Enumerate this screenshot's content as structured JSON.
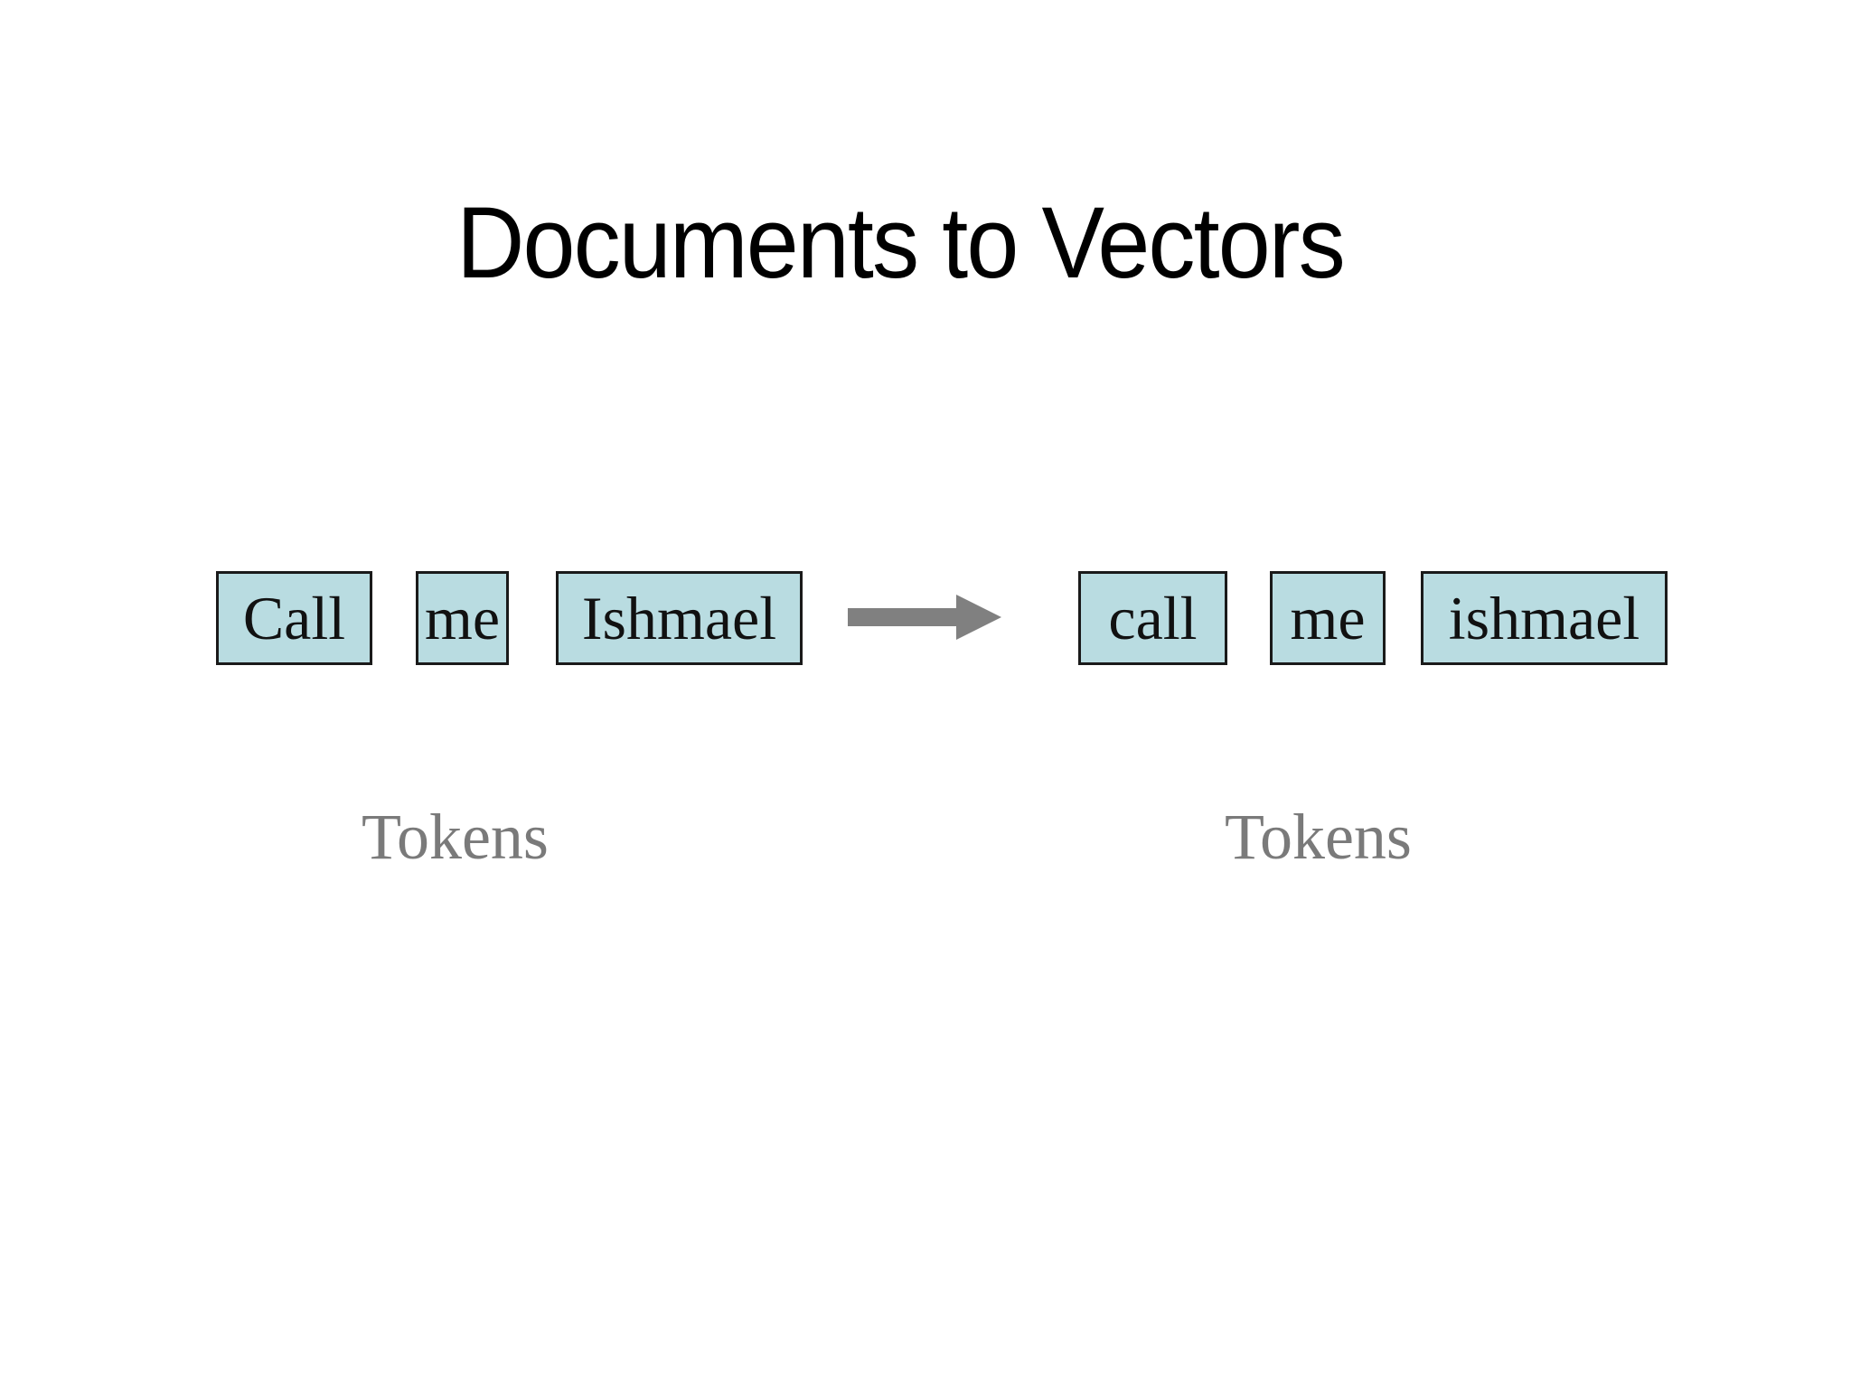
{
  "slide": {
    "title": "Documents to Vectors"
  },
  "diagram": {
    "left_group": {
      "tokens": [
        "Call",
        "me",
        "Ishmael"
      ],
      "caption": "Tokens"
    },
    "arrow": "right-arrow",
    "right_group": {
      "tokens": [
        "call",
        "me",
        "ishmael"
      ],
      "caption": "Tokens"
    }
  },
  "colors": {
    "bg": "#ffffff",
    "title-text": "#000000",
    "token-fill": "#b9dce1",
    "token-border": "#1a1a1a",
    "token-text": "#111111",
    "arrow": "#808080",
    "caption-text": "#7a7a7a"
  }
}
